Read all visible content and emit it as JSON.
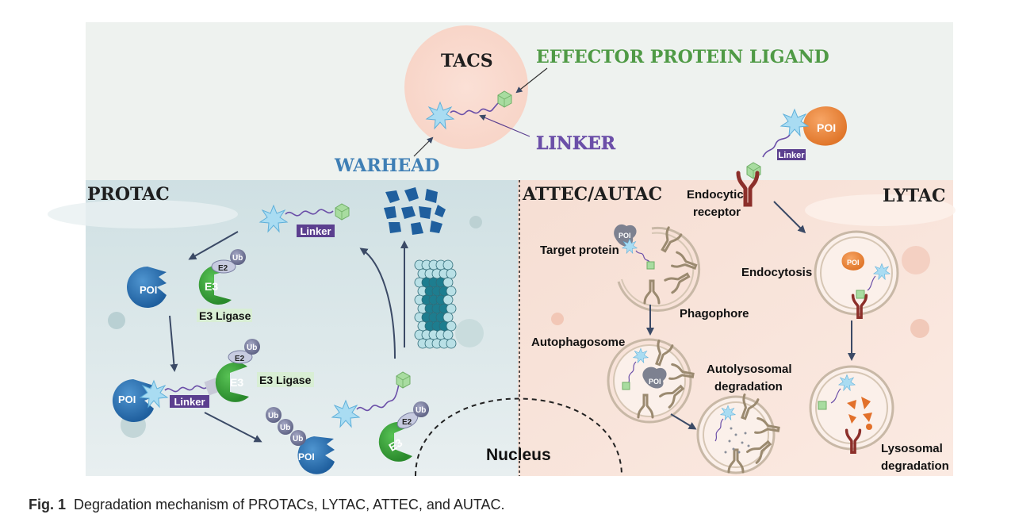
{
  "tacs": {
    "title": "TACS",
    "effector_label": "EFFECTOR PROTEIN LIGAND",
    "linker_label": "LINKER",
    "warhead_label": "WARHEAD"
  },
  "panels": {
    "protac": "PROTAC",
    "attec": "ATTEC/AUTAC",
    "lytac": "LYTAC"
  },
  "protac": {
    "linker_top": "Linker",
    "linker_mid": "Linker",
    "poi": "POI",
    "e2": "E2",
    "ub": "Ub",
    "e3": "E3",
    "e3_ligase": "E3 Ligase"
  },
  "attec": {
    "poi": "POI",
    "target_protein": "Target protein",
    "phagophore": "Phagophore",
    "autophagosome": "Autophagosome",
    "autolysosomal_1": "Autolysosomal",
    "autolysosomal_2": "degradation"
  },
  "lytac": {
    "poi": "POI",
    "linker": "Linker",
    "endocytic_1": "Endocytic",
    "endocytic_2": "receptor",
    "endocytosis": "Endocytosis",
    "lysosomal_1": "Lysosomal",
    "lysosomal_2": "degradation"
  },
  "nucleus": "Nucleus",
  "caption": {
    "number": "Fig. 1",
    "text": "Degradation mechanism of PROTACs, LYTAC, ATTEC, and AUTAC."
  },
  "colors": {
    "top_bg": "#eef2ef",
    "protac_bg": "#d3e2e4",
    "right_bg": "#fbe4d8",
    "effector_green": "#4f9a45",
    "linker_purple": "#5b3f8f",
    "warhead_blue": "#3f7fb5",
    "poi_blue": "#2a6fb2",
    "e3_green": "#3aa33a",
    "poi_orange": "#ee8a3c",
    "receptor_red": "#8c2f2a"
  }
}
